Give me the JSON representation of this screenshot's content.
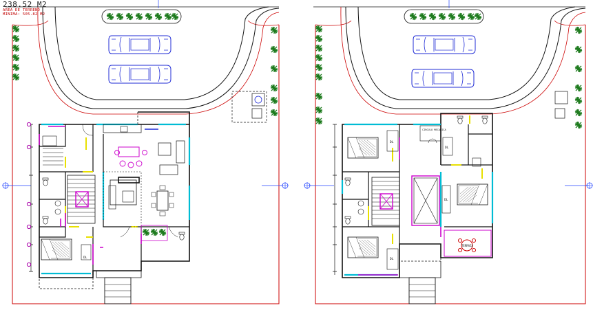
{
  "header": {
    "total_area": "238.52 M2",
    "lot_area_label": "AREA DE TERRENO",
    "min_area_label": "MINIMA: 505.82 M2"
  },
  "plans": [
    {
      "id": "ground-floor",
      "room_labels": {
        "bath_left": "DL"
      },
      "parking_cars": 2
    },
    {
      "id": "upper-floor",
      "room_labels": {
        "storage": "CIRCULO MECANICA",
        "bed1_closet": "DL",
        "bed2_closet": "DL",
        "bed3_closet": "DL",
        "closet_right": "DL",
        "terrace": "TERRAZA"
      },
      "parking_cars": 2
    }
  ],
  "colors": {
    "background": "#ffffff",
    "wall": "#111111",
    "property_line": "#cc0000",
    "car": "#1f2bd6",
    "plants": "#1c7a1c",
    "glazing": "#00bcd4",
    "door": "#e8e000",
    "accent": "#cc00cc",
    "axis": "#2244ff",
    "marker": "#aa00aa"
  }
}
